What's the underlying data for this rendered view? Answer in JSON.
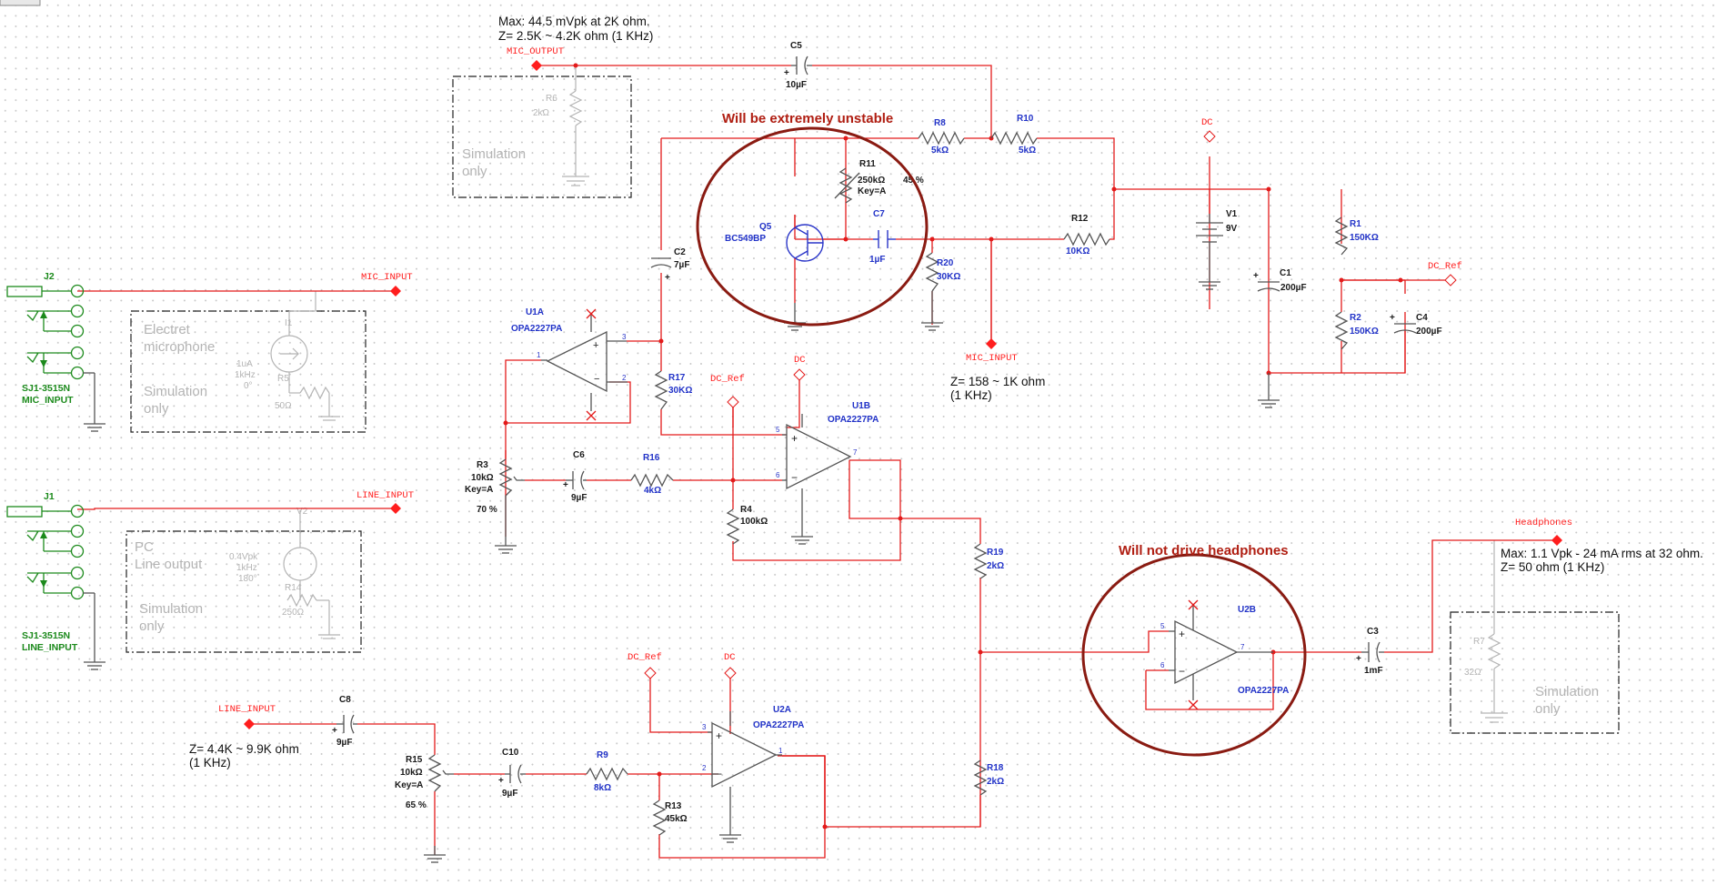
{
  "notes": {
    "mic_out_max": "Max: 44.5 mVpk at 2K ohm.",
    "mic_out_z": "Z= 2.5K ~ 4.2K ohm (1 KHz)",
    "mic_in_z": "Z= 158 ~ 1K ohm",
    "mic_in_z2": "(1 KHz)",
    "line_in_z": "Z= 4.4K ~ 9.9K ohm",
    "line_in_z2": "(1 KHz)",
    "hp_max": "Max: 1.1 Vpk - 24 mA rms at 32 ohm.",
    "hp_z": "Z= 50 ohm (1 KHz)"
  },
  "annotations": {
    "unstable": "Will be extremely unstable",
    "no_drive": "Will not drive headphones"
  },
  "nets": {
    "mic_output": "MIC_OUTPUT",
    "mic_input": "MIC_INPUT",
    "line_input": "LINE_INPUT",
    "dc": "DC",
    "dc_ref": "DC_Ref",
    "headphones": "Headphones"
  },
  "sim_boxes": {
    "sim_only": "Simulation only",
    "sim_line1": "Simulation",
    "sim_line2": "only",
    "electret1": "Electret",
    "electret2": "microphone",
    "pc1": "PC",
    "pc2": "Line output"
  },
  "connectors": {
    "j2": "J2",
    "j1": "J1",
    "part": "SJ1-3515N",
    "j2_label": "MIC_INPUT",
    "j1_label": "LINE_INPUT"
  },
  "components": {
    "c5": {
      "ref": "C5",
      "val": "10µF"
    },
    "r6": {
      "ref": "R6",
      "val": "2kΩ"
    },
    "r8": {
      "ref": "R8",
      "val": "5kΩ"
    },
    "r10": {
      "ref": "R10",
      "val": "5kΩ"
    },
    "r11": {
      "ref": "R11",
      "val": "250kΩ",
      "pct": "45 %",
      "key": "Key=A"
    },
    "q5": {
      "ref": "Q5",
      "val": "BC549BP"
    },
    "c7": {
      "ref": "C7",
      "val": "1µF"
    },
    "c2": {
      "ref": "C2",
      "val": "7µF"
    },
    "r20": {
      "ref": "R20",
      "val": "30KΩ"
    },
    "r12": {
      "ref": "R12",
      "val": "10KΩ"
    },
    "v1": {
      "ref": "V1",
      "val": "9V"
    },
    "c1": {
      "ref": "C1",
      "val": "200µF"
    },
    "r1": {
      "ref": "R1",
      "val": "150KΩ"
    },
    "r2": {
      "ref": "R2",
      "val": "150KΩ"
    },
    "c4": {
      "ref": "C4",
      "val": "200µF"
    },
    "u1a": {
      "ref": "U1A",
      "val": "OPA2227PA"
    },
    "u1b": {
      "ref": "U1B",
      "val": "OPA2227PA"
    },
    "r17": {
      "ref": "R17",
      "val": "30KΩ"
    },
    "r3": {
      "ref": "R3",
      "val": "10kΩ",
      "key": "Key=A",
      "pct": "70 %"
    },
    "c6": {
      "ref": "C6",
      "val": "9µF"
    },
    "r16": {
      "ref": "R16",
      "val": "4kΩ"
    },
    "r4": {
      "ref": "R4",
      "val": "100kΩ"
    },
    "r19": {
      "ref": "R19",
      "val": "2kΩ"
    },
    "r18": {
      "ref": "R18",
      "val": "2kΩ"
    },
    "u2b": {
      "ref": "U2B",
      "val": "OPA2227PA"
    },
    "c3": {
      "ref": "C3",
      "val": "1mF"
    },
    "r7": {
      "ref": "R7",
      "val": "32Ω"
    },
    "u2a": {
      "ref": "U2A",
      "val": "OPA2227PA"
    },
    "c8": {
      "ref": "C8",
      "val": "9µF"
    },
    "r15": {
      "ref": "R15",
      "val": "10kΩ",
      "key": "Key=A",
      "pct": "65 %"
    },
    "c10": {
      "ref": "C10",
      "val": "9µF"
    },
    "r9": {
      "ref": "R9",
      "val": "8kΩ"
    },
    "r13": {
      "ref": "R13",
      "val": "45kΩ"
    },
    "i1": {
      "ref": "I1",
      "l1": "1uA",
      "l2": "1kHz",
      "l3": "0°"
    },
    "r5": {
      "ref": "R5",
      "val": "50Ω"
    },
    "v2": {
      "ref": "V2",
      "l1": "0.4Vpk",
      "l2": "1kHz",
      "l3": "180°"
    },
    "r14": {
      "ref": "R14",
      "val": "250Ω"
    }
  },
  "colors": {
    "wire": "#e31b1b",
    "component": "#2a35c8",
    "annotation": "#8a1b12",
    "connector": "#1c8a1c"
  }
}
